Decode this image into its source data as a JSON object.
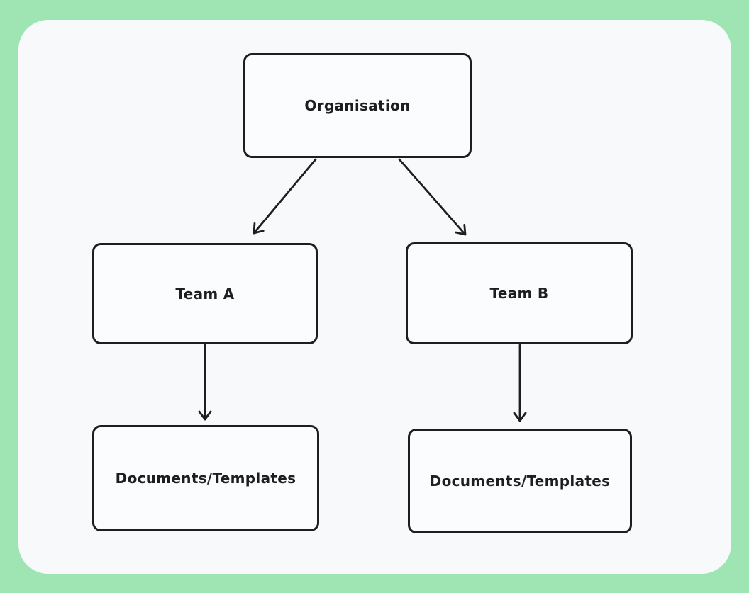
{
  "canvas": {
    "background_color": "#9FE5B3",
    "surface_color": "#F7F9FA",
    "stroke_color": "#1E1E1E"
  },
  "diagram": {
    "type": "flowchart",
    "nodes": [
      {
        "id": "organisation",
        "label": "Organisation"
      },
      {
        "id": "team-a",
        "label": "Team A"
      },
      {
        "id": "team-b",
        "label": "Team B"
      },
      {
        "id": "documents-a",
        "label": "Documents/Templates"
      },
      {
        "id": "documents-b",
        "label": "Documents/Templates"
      }
    ],
    "edges": [
      {
        "id": "organisation-to-team-a",
        "from": "organisation",
        "to": "team-a"
      },
      {
        "id": "organisation-to-team-b",
        "from": "organisation",
        "to": "team-b"
      },
      {
        "id": "team-a-to-documents-a",
        "from": "team-a",
        "to": "documents-a"
      },
      {
        "id": "team-b-to-documents-b",
        "from": "team-b",
        "to": "documents-b"
      }
    ]
  }
}
